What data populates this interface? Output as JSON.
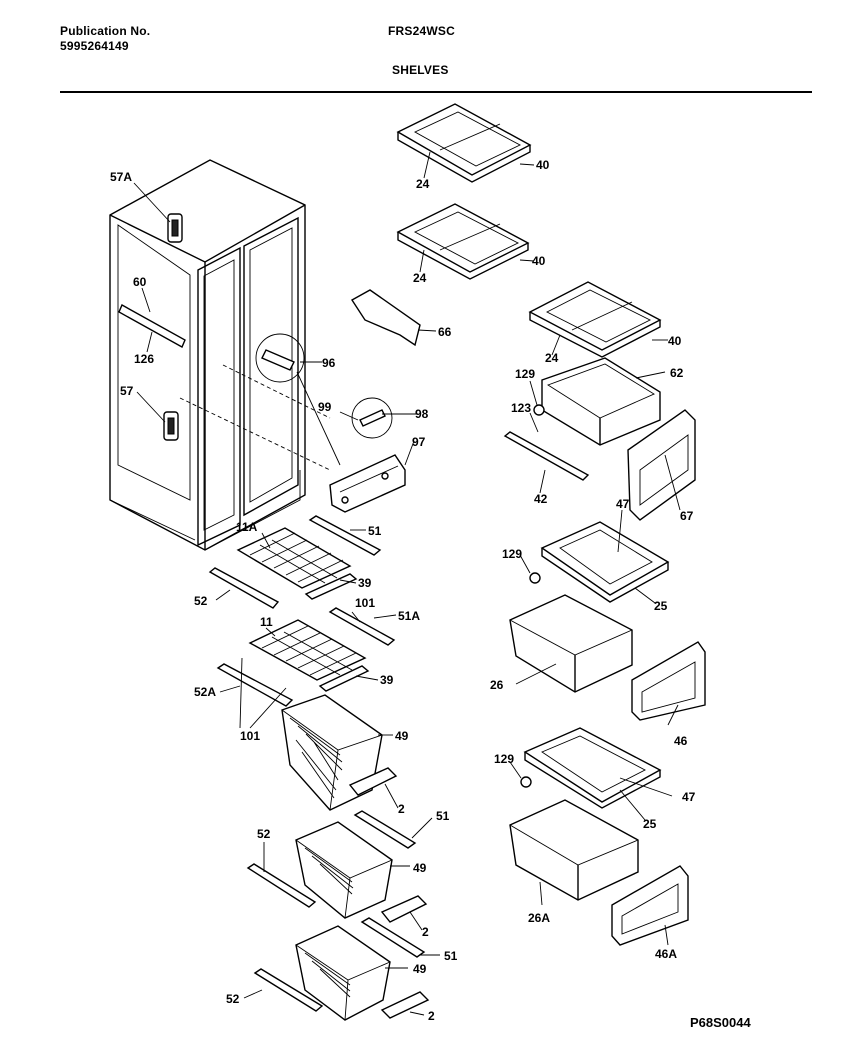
{
  "header": {
    "publication_label": "Publication No.",
    "publication_number": "5995264149",
    "model": "FRS24WSC",
    "section": "SHELVES"
  },
  "footer": {
    "code": "P68S0044"
  },
  "callouts": {
    "c57A": "57A",
    "c60": "60",
    "c126": "126",
    "c57": "57",
    "c66": "66",
    "c96": "96",
    "c99": "99",
    "c98": "98",
    "c97": "97",
    "c24a": "24",
    "c40a": "40",
    "c24b": "24",
    "c40b": "40",
    "c24c": "24",
    "c40c": "40",
    "c129a": "129",
    "c123": "123",
    "c62": "62",
    "c42": "42",
    "c67": "67",
    "c11A": "11A",
    "c51a": "51",
    "c39a": "39",
    "c52a": "52",
    "c101a": "101",
    "c51A": "51A",
    "c11": "11",
    "c39b": "39",
    "c52A": "52A",
    "c101b": "101",
    "c49a": "49",
    "c2a": "2",
    "c47a": "47",
    "c129b": "129",
    "c25a": "25",
    "c26": "26",
    "c46": "46",
    "c129c": "129",
    "c47b": "47",
    "c25b": "25",
    "c51b": "51",
    "c52b": "52",
    "c49b": "49",
    "c2b": "2",
    "c26A": "26A",
    "c46A": "46A",
    "c51c": "51",
    "c49c": "49",
    "c52c": "52",
    "c2c": "2"
  }
}
